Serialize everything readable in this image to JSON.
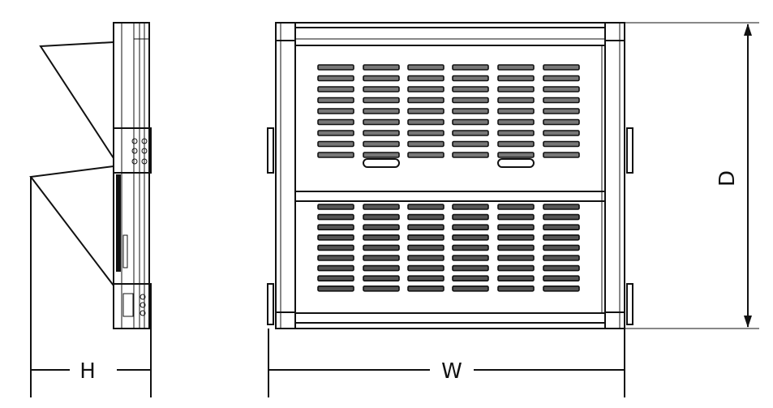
{
  "drawing": {
    "dimensions": {
      "height_label": "H",
      "width_label": "W",
      "depth_label": "D"
    },
    "front_view": {
      "upper_panel": {
        "slot_columns": 6,
        "slot_rows": 9,
        "handles": 2
      },
      "lower_panel": {
        "slot_columns": 6,
        "slot_rows": 9
      }
    },
    "colors": {
      "line": "#111111",
      "background": "#ffffff"
    }
  }
}
